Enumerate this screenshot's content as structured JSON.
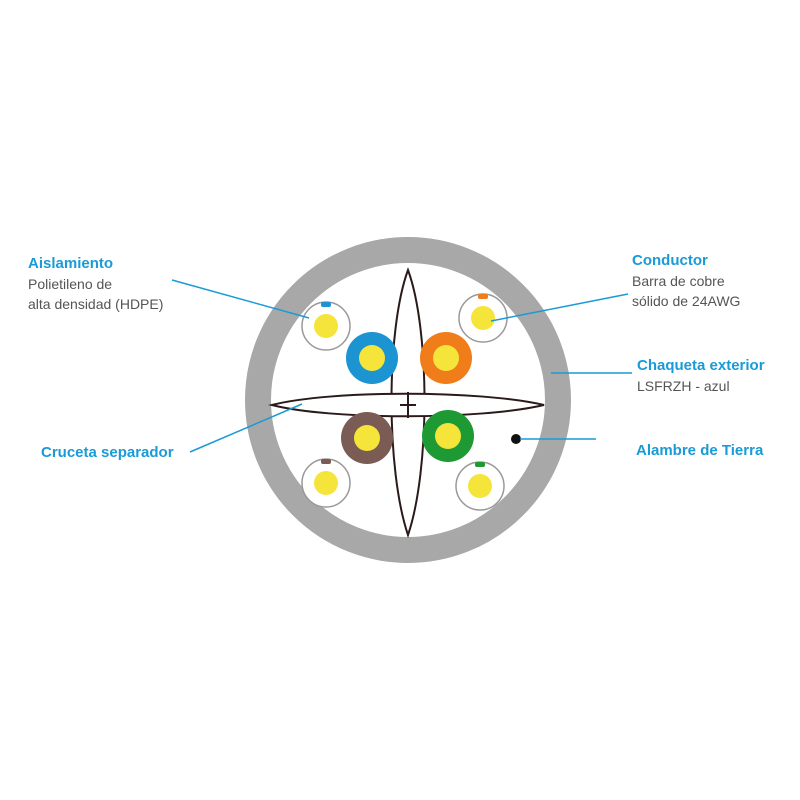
{
  "labels": {
    "aislamiento": {
      "title": "Aislamiento",
      "line1": "Polietileno de",
      "line2": "alta densidad (HDPE)"
    },
    "conductor": {
      "title": "Conductor",
      "line1": "Barra de cobre",
      "line2": "sólido de 24AWG"
    },
    "chaqueta": {
      "title": "Chaqueta exterior",
      "line1": "LSFRZH - azul"
    },
    "cruceta": {
      "title": "Cruceta separador"
    },
    "tierra": {
      "title": "Alambre de Tierra"
    }
  },
  "colors": {
    "accent": "#1a9ad6",
    "jacket": "#a8a8a8",
    "conductor": "#f5e53a",
    "pair_blue": "#1c94d2",
    "pair_orange": "#f07d1a",
    "pair_brown": "#7a5c55",
    "pair_green": "#1e9a35",
    "divider": "#2b1a1a"
  },
  "pairs": [
    {
      "name": "blue",
      "solid": "pair-blue",
      "stripe": "pair-blue-white"
    },
    {
      "name": "orange",
      "solid": "pair-orange",
      "stripe": "pair-orange-white"
    },
    {
      "name": "brown",
      "solid": "pair-brown",
      "stripe": "pair-brown-white"
    },
    {
      "name": "green",
      "solid": "pair-green",
      "stripe": "pair-green-white"
    }
  ]
}
